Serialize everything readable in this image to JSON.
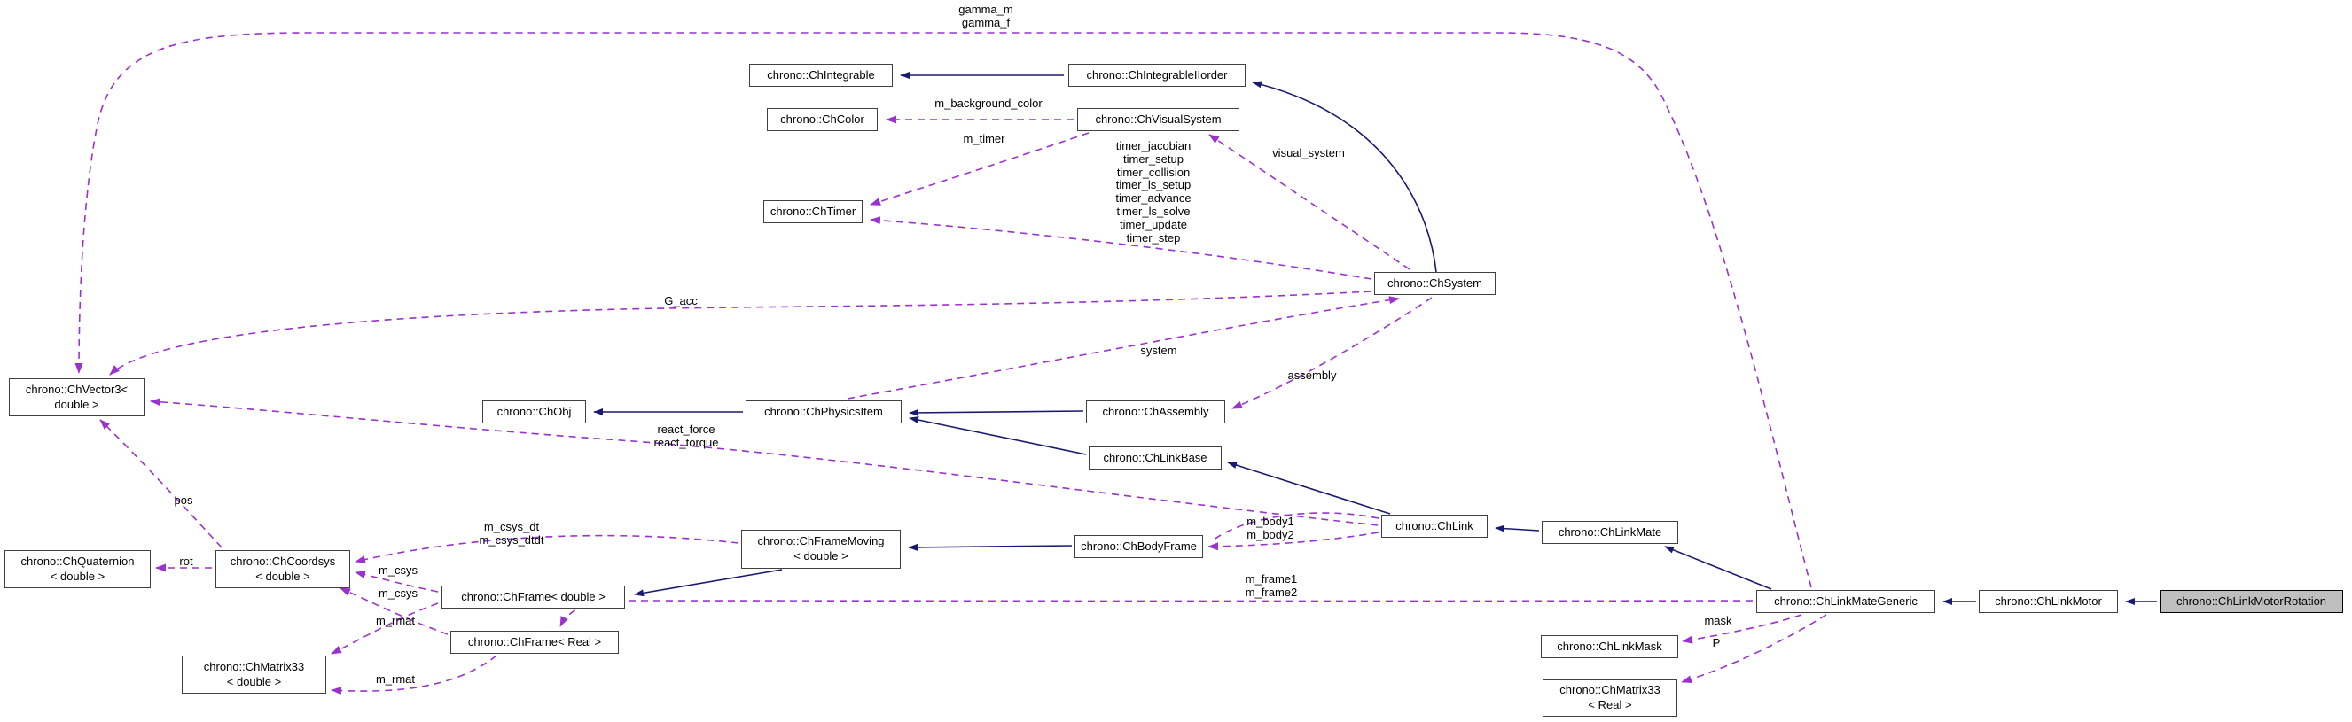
{
  "colors": {
    "inheritance_edge": "#191970",
    "usage_edge": "#9a32cd",
    "node_border": "#404040",
    "node_fill": "#ffffff",
    "highlight_fill": "#bfbfbf",
    "text": "#000000",
    "background": "#ffffff"
  },
  "nodes": [
    {
      "label": "chrono::ChIntegrable",
      "highlighted": false
    },
    {
      "label": "chrono::ChIntegrableIIorder",
      "highlighted": false
    },
    {
      "label": "chrono::ChColor",
      "highlighted": false
    },
    {
      "label": "chrono::ChVisualSystem",
      "highlighted": false
    },
    {
      "label": "chrono::ChTimer",
      "highlighted": false
    },
    {
      "label": "chrono::ChSystem",
      "highlighted": false
    },
    {
      "label": "chrono::ChVector3<\ndouble >",
      "highlighted": false
    },
    {
      "label": "chrono::ChObj",
      "highlighted": false
    },
    {
      "label": "chrono::ChPhysicsItem",
      "highlighted": false
    },
    {
      "label": "chrono::ChAssembly",
      "highlighted": false
    },
    {
      "label": "chrono::ChLinkBase",
      "highlighted": false
    },
    {
      "label": "chrono::ChLink",
      "highlighted": false
    },
    {
      "label": "chrono::ChLinkMate",
      "highlighted": false
    },
    {
      "label": "chrono::ChQuaternion\n< double >",
      "highlighted": false
    },
    {
      "label": "chrono::ChCoordsys\n< double >",
      "highlighted": false
    },
    {
      "label": "chrono::ChFrameMoving\n< double >",
      "highlighted": false
    },
    {
      "label": "chrono::ChBodyFrame",
      "highlighted": false
    },
    {
      "label": "chrono::ChFrame< double >",
      "highlighted": false
    },
    {
      "label": "chrono::ChFrame< Real >",
      "highlighted": false
    },
    {
      "label": "chrono::ChMatrix33\n< double >",
      "highlighted": false
    },
    {
      "label": "chrono::ChLinkMateGeneric",
      "highlighted": false
    },
    {
      "label": "chrono::ChLinkMotor",
      "highlighted": false
    },
    {
      "label": "chrono::ChLinkMotorRotation",
      "highlighted": true
    },
    {
      "label": "chrono::ChLinkMask",
      "highlighted": false
    },
    {
      "label": "chrono::ChMatrix33\n< Real >",
      "highlighted": false
    }
  ],
  "edge_labels": [
    {
      "text": "gamma_m\ngamma_f"
    },
    {
      "text": "m_background_color"
    },
    {
      "text": "m_timer"
    },
    {
      "text": "timer_jacobian\ntimer_setup\ntimer_collision\ntimer_ls_setup\ntimer_advance\ntimer_ls_solve\ntimer_update\ntimer_step"
    },
    {
      "text": "visual_system"
    },
    {
      "text": "G_acc"
    },
    {
      "text": "system"
    },
    {
      "text": "assembly"
    },
    {
      "text": "react_force\nreact_torque"
    },
    {
      "text": "m_body1\nm_body2"
    },
    {
      "text": "pos"
    },
    {
      "text": "rot"
    },
    {
      "text": "m_csys_dt\nm_csys_dtdt"
    },
    {
      "text": "m_csys"
    },
    {
      "text": "m_csys"
    },
    {
      "text": "m_rmat"
    },
    {
      "text": "m_rmat"
    },
    {
      "text": "m_frame1\nm_frame2"
    },
    {
      "text": "mask"
    },
    {
      "text": "P"
    }
  ],
  "edges": [
    {
      "from": "chrono::ChIntegrableIIorder",
      "to": "chrono::ChIntegrable",
      "type": "inheritance"
    },
    {
      "from": "chrono::ChSystem",
      "to": "chrono::ChIntegrableIIorder",
      "type": "inheritance"
    },
    {
      "from": "chrono::ChPhysicsItem",
      "to": "chrono::ChObj",
      "type": "inheritance"
    },
    {
      "from": "chrono::ChAssembly",
      "to": "chrono::ChPhysicsItem",
      "type": "inheritance"
    },
    {
      "from": "chrono::ChLinkBase",
      "to": "chrono::ChPhysicsItem",
      "type": "inheritance"
    },
    {
      "from": "chrono::ChLink",
      "to": "chrono::ChLinkBase",
      "type": "inheritance"
    },
    {
      "from": "chrono::ChLinkMate",
      "to": "chrono::ChLink",
      "type": "inheritance"
    },
    {
      "from": "chrono::ChLinkMateGeneric",
      "to": "chrono::ChLinkMate",
      "type": "inheritance"
    },
    {
      "from": "chrono::ChLinkMotor",
      "to": "chrono::ChLinkMateGeneric",
      "type": "inheritance"
    },
    {
      "from": "chrono::ChLinkMotorRotation",
      "to": "chrono::ChLinkMotor",
      "type": "inheritance"
    },
    {
      "from": "chrono::ChFrameMoving< double >",
      "to": "chrono::ChFrame< double >",
      "type": "inheritance"
    },
    {
      "from": "chrono::ChBodyFrame",
      "to": "chrono::ChFrameMoving< double >",
      "type": "inheritance"
    },
    {
      "from": "chrono::ChLinkMateGeneric",
      "to": "chrono::ChVector3< double >",
      "type": "usage",
      "label": "gamma_m gamma_f"
    },
    {
      "from": "chrono::ChVisualSystem",
      "to": "chrono::ChColor",
      "type": "usage",
      "label": "m_background_color"
    },
    {
      "from": "chrono::ChVisualSystem",
      "to": "chrono::ChTimer",
      "type": "usage",
      "label": "m_timer"
    },
    {
      "from": "chrono::ChSystem",
      "to": "chrono::ChTimer",
      "type": "usage",
      "label": "timer_jacobian timer_setup timer_collision timer_ls_setup timer_advance timer_ls_solve timer_update timer_step"
    },
    {
      "from": "chrono::ChSystem",
      "to": "chrono::ChVisualSystem",
      "type": "usage",
      "label": "visual_system"
    },
    {
      "from": "chrono::ChSystem",
      "to": "chrono::ChVector3< double >",
      "type": "usage",
      "label": "G_acc"
    },
    {
      "from": "chrono::ChPhysicsItem",
      "to": "chrono::ChSystem",
      "type": "usage",
      "label": "system"
    },
    {
      "from": "chrono::ChSystem",
      "to": "chrono::ChAssembly",
      "type": "usage",
      "label": "assembly"
    },
    {
      "from": "chrono::ChLink",
      "to": "chrono::ChVector3< double >",
      "type": "usage",
      "label": "react_force react_torque"
    },
    {
      "from": "chrono::ChLink",
      "to": "chrono::ChBodyFrame",
      "type": "usage",
      "label": "m_body1 m_body2"
    },
    {
      "from": "chrono::ChCoordsys< double >",
      "to": "chrono::ChVector3< double >",
      "type": "usage",
      "label": "pos"
    },
    {
      "from": "chrono::ChCoordsys< double >",
      "to": "chrono::ChQuaternion< double >",
      "type": "usage",
      "label": "rot"
    },
    {
      "from": "chrono::ChFrameMoving< double >",
      "to": "chrono::ChCoordsys< double >",
      "type": "usage",
      "label": "m_csys_dt m_csys_dtdt"
    },
    {
      "from": "chrono::ChFrame< double >",
      "to": "chrono::ChCoordsys< double >",
      "type": "usage",
      "label": "m_csys"
    },
    {
      "from": "chrono::ChFrame< Real >",
      "to": "chrono::ChCoordsys< double >",
      "type": "usage",
      "label": "m_csys"
    },
    {
      "from": "chrono::ChFrame< double >",
      "to": "chrono::ChMatrix33< double >",
      "type": "usage",
      "label": "m_rmat"
    },
    {
      "from": "chrono::ChFrame< Real >",
      "to": "chrono::ChMatrix33< double >",
      "type": "usage",
      "label": "m_rmat"
    },
    {
      "from": "chrono::ChLinkMateGeneric",
      "to": "chrono::ChFrame< Real >",
      "type": "usage",
      "label": "m_frame1 m_frame2"
    },
    {
      "from": "chrono::ChLinkMateGeneric",
      "to": "chrono::ChLinkMask",
      "type": "usage",
      "label": "mask"
    },
    {
      "from": "chrono::ChLinkMateGeneric",
      "to": "chrono::ChMatrix33< Real >",
      "type": "usage",
      "label": "P"
    }
  ]
}
